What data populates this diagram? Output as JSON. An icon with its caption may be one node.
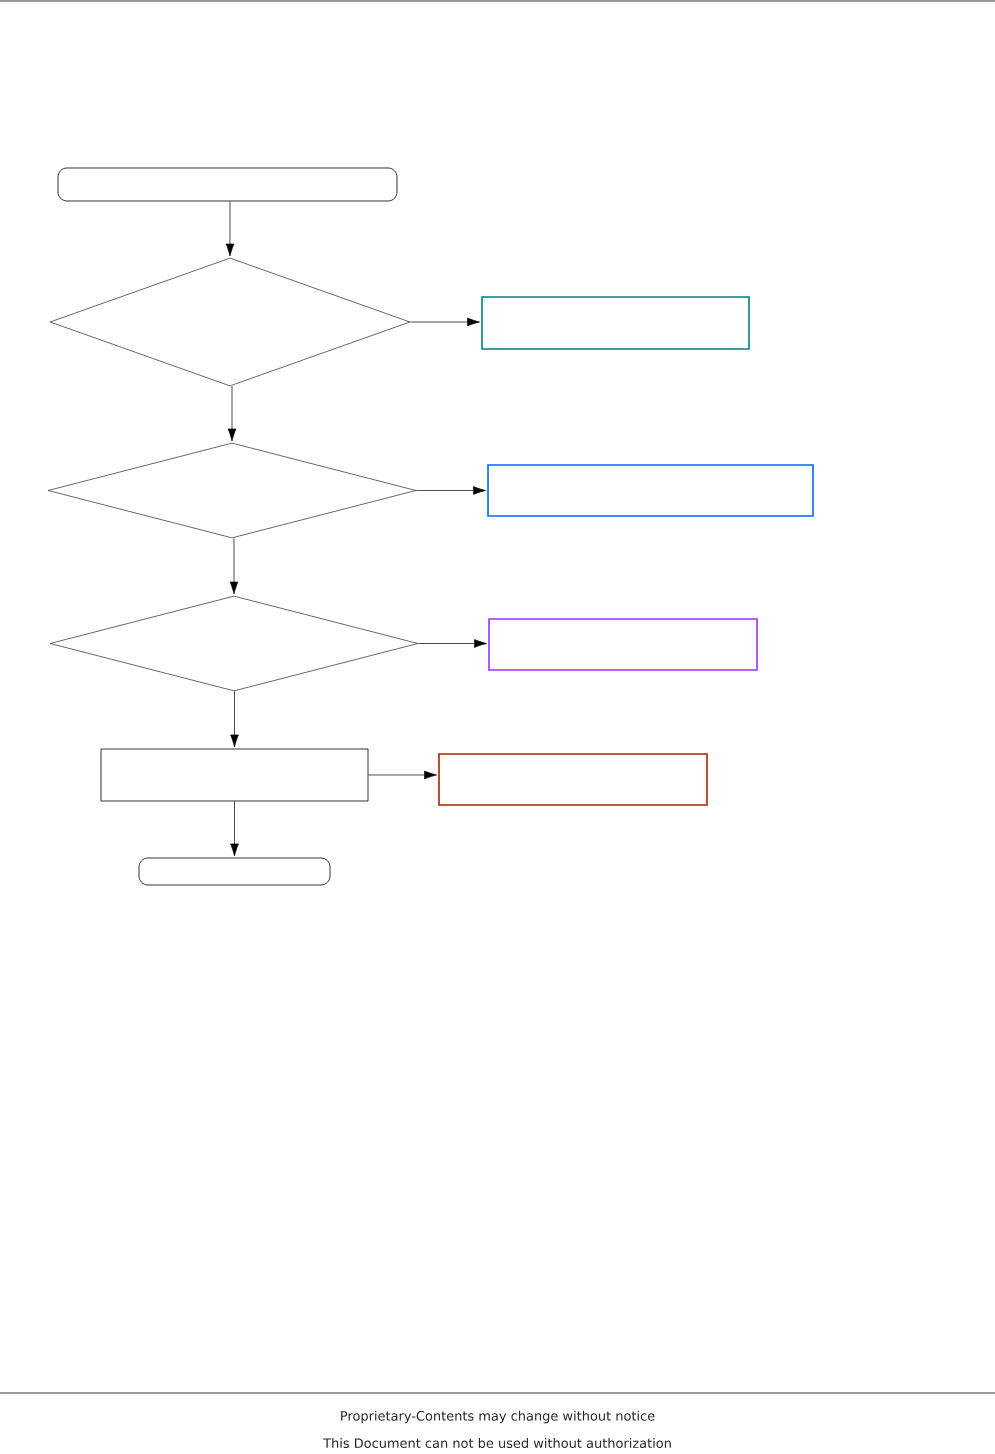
{
  "diagram": {
    "nodes": [
      {
        "text": [],
        "shape": "terminal"
      },
      {
        "text": [],
        "shape": "diamond"
      },
      {
        "text": [],
        "shape": "box"
      },
      {
        "text": [],
        "shape": "diamond"
      },
      {
        "text": [],
        "shape": "box"
      },
      {
        "text": [],
        "shape": "diamond"
      },
      {
        "text": [],
        "shape": "box"
      },
      {
        "text": [],
        "shape": "box"
      },
      {
        "text": [],
        "shape": "box"
      },
      {
        "text": [],
        "shape": "terminal"
      }
    ],
    "edges": [
      {
        "from": 0,
        "to": 1,
        "arrow": "to"
      },
      {
        "from": 1,
        "to": 2,
        "arrow": "to"
      },
      {
        "from": 1,
        "to": 3,
        "arrow": "to"
      },
      {
        "from": 3,
        "to": 4,
        "arrow": "to"
      },
      {
        "from": 3,
        "to": 5,
        "arrow": "to"
      },
      {
        "from": 5,
        "to": 6,
        "arrow": "to"
      },
      {
        "from": 5,
        "to": 7,
        "arrow": "to"
      },
      {
        "from": 7,
        "to": 8,
        "arrow": "to"
      },
      {
        "from": 7,
        "to": 9,
        "arrow": "to"
      }
    ],
    "labels": [
      "Proprietary-Contents may change without notice",
      "This Document can not be used without authorization"
    ]
  }
}
